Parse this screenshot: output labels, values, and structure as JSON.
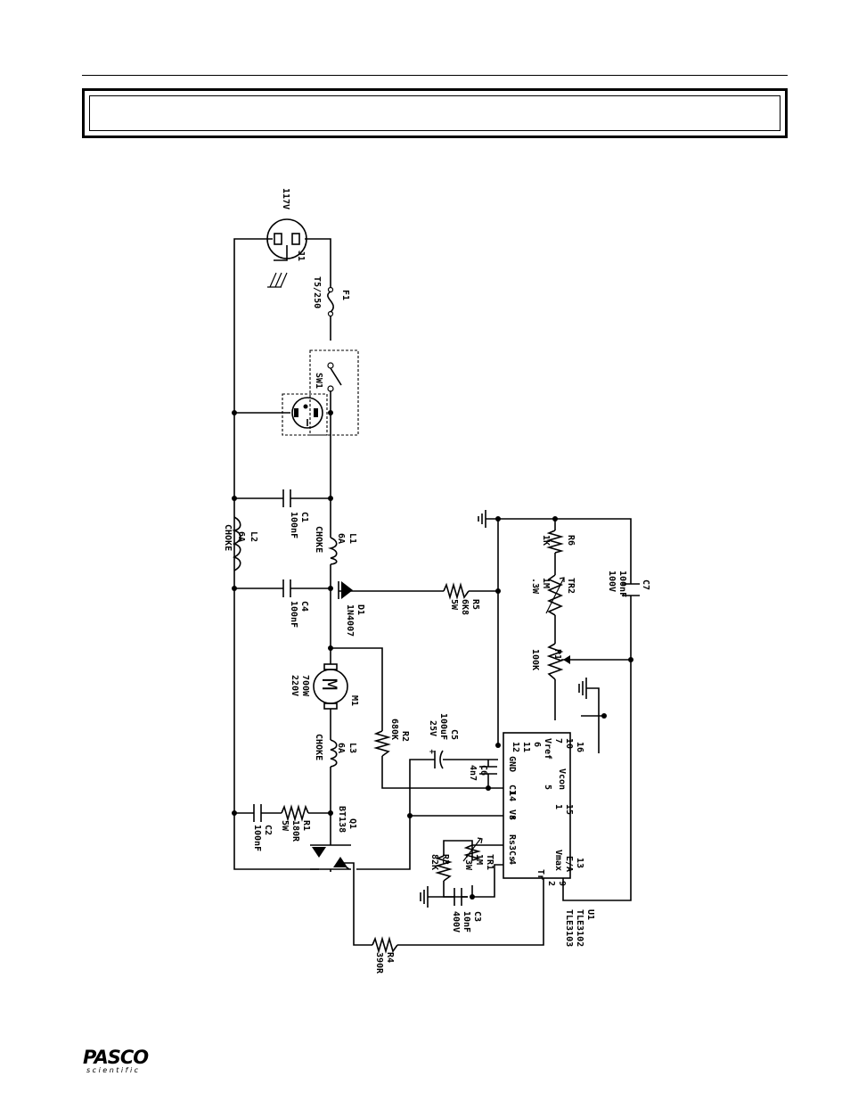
{
  "title": "",
  "logo": {
    "main": "PASCO",
    "sub": "scientific"
  },
  "components": {
    "J1": {
      "ref": "J1",
      "value": "117V"
    },
    "F1": {
      "ref": "F1",
      "value": "T5/250"
    },
    "SW1": {
      "ref": "SW1"
    },
    "C1": {
      "ref": "C1",
      "value": "100nF"
    },
    "L1": {
      "ref": "L1",
      "value": "6A",
      "type": "CHOKE"
    },
    "L2": {
      "ref": "L2",
      "value": "6A",
      "type": "CHOKE"
    },
    "C4": {
      "ref": "C4",
      "value": "100nF"
    },
    "D1": {
      "ref": "D1",
      "value": "1N4007"
    },
    "R5": {
      "ref": "R5",
      "value": "6K8",
      "power": "5W"
    },
    "M1": {
      "ref": "M1",
      "value": "700W",
      "voltage": "220V",
      "symbol": "M"
    },
    "R2": {
      "ref": "R2",
      "value": "680K"
    },
    "C5": {
      "ref": "C5",
      "value": "100uF",
      "voltage": "25V"
    },
    "C6": {
      "ref": "C6",
      "value": "4n7"
    },
    "L3": {
      "ref": "L3",
      "value": "6A",
      "type": "CHOKE"
    },
    "C2": {
      "ref": "C2",
      "value": "100nF"
    },
    "R1": {
      "ref": "R1",
      "value": "180R",
      "power": "5W"
    },
    "Q1": {
      "ref": "Q1",
      "value": "BT138"
    },
    "TR1": {
      "ref": "TR1",
      "value": "1M",
      "extra": ".3W"
    },
    "R3": {
      "ref": "R3",
      "value": "82K"
    },
    "C3": {
      "ref": "C3",
      "value": "10nF",
      "voltage": "400V"
    },
    "R4": {
      "ref": "R4",
      "value": "390R"
    },
    "R6": {
      "ref": "R6",
      "value": "1K"
    },
    "TR2": {
      "ref": "TR2",
      "value": "1M",
      "extra": ".3W"
    },
    "P1": {
      "ref": "P1",
      "value": "100K"
    },
    "C7": {
      "ref": "C7",
      "value": "100nF",
      "voltage": "100V"
    },
    "U1": {
      "ref": "U1",
      "part_a": "TLE3102",
      "part_b": "TLE3103"
    }
  },
  "ic_pins": {
    "gnd": "GND",
    "vref": "Vref",
    "vcon": "Vcon",
    "vs": "Vs",
    "ci": "CI",
    "rs_cs": "Rs Cs",
    "vmax": "Vmax",
    "ea": "E/A",
    "tr": "Tr",
    "p1": "1",
    "p2": "2",
    "p3": "3",
    "p4": "4",
    "p5": "5",
    "p6": "6",
    "p7": "7",
    "p8": "8",
    "p9": "9",
    "p10": "10",
    "p11": "11",
    "p12": "12",
    "p13": "13",
    "p14": "14",
    "p15": "15",
    "p16": "16"
  }
}
